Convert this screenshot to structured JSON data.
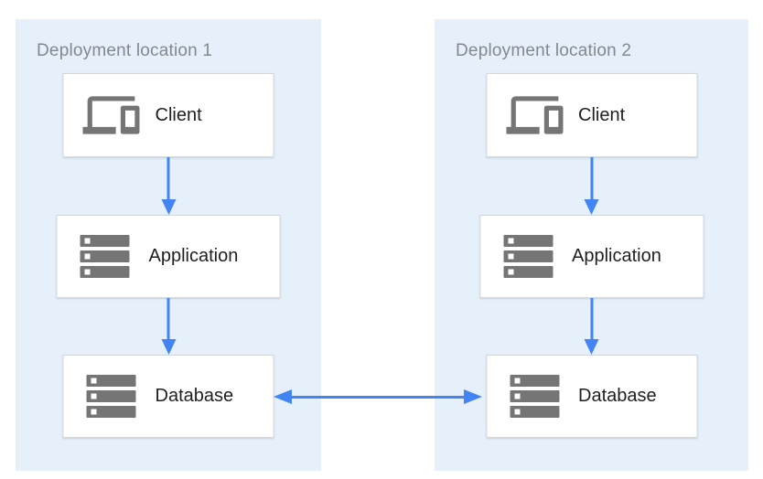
{
  "diagram": {
    "panels": [
      {
        "title": "Deployment location 1",
        "nodes": [
          {
            "id": "client",
            "label": "Client",
            "icon": "devices-icon"
          },
          {
            "id": "application",
            "label": "Application",
            "icon": "server-stack-icon"
          },
          {
            "id": "database",
            "label": "Database",
            "icon": "server-stack-icon"
          }
        ]
      },
      {
        "title": "Deployment location 2",
        "nodes": [
          {
            "id": "client",
            "label": "Client",
            "icon": "devices-icon"
          },
          {
            "id": "application",
            "label": "Application",
            "icon": "server-stack-icon"
          },
          {
            "id": "database",
            "label": "Database",
            "icon": "server-stack-icon"
          }
        ]
      }
    ],
    "connections": [
      {
        "from": "location-1-client",
        "to": "location-1-application",
        "direction": "down"
      },
      {
        "from": "location-1-application",
        "to": "location-1-database",
        "direction": "down"
      },
      {
        "from": "location-2-client",
        "to": "location-2-application",
        "direction": "down"
      },
      {
        "from": "location-2-application",
        "to": "location-2-database",
        "direction": "down"
      },
      {
        "from": "location-1-database",
        "to": "location-2-database",
        "direction": "bidirectional"
      }
    ],
    "colors": {
      "page_background": "#FFFFFF",
      "panel_background": "#E6F0FB",
      "arrow": "#4284F4",
      "box_border": "#D5D8DB",
      "icon": "#757575",
      "panel_title": "#84888C",
      "node_label": "#1F1F1F"
    }
  }
}
